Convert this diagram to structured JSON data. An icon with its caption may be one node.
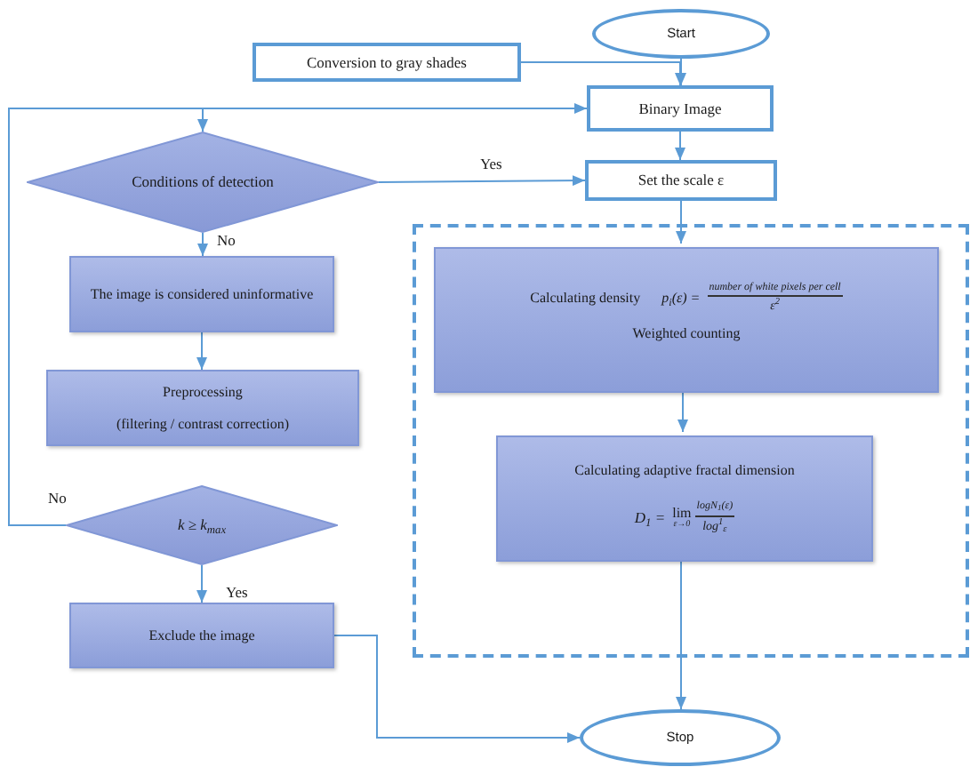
{
  "diagram": {
    "nodes": [
      {
        "text": [
          "Start"
        ]
      },
      {
        "text": [
          "Conversion to gray shades"
        ]
      },
      {
        "text": [
          "Binary Image"
        ]
      },
      {
        "text": [
          "Conditions of detection"
        ]
      },
      {
        "text": [
          "Set the scale ε"
        ]
      },
      {
        "text": [],
        "shape": "box"
      },
      {
        "text": [
          "Calculating density",
          "p$_{i}$(ε) =",
          "number of white pixels per cell",
          "ε$^{2}$",
          "Weighted counting"
        ],
        "in": 5
      },
      {
        "text": [
          "Calculating adaptive fractal dimension",
          "D$_{1}$ =",
          "lim",
          "ε→0",
          "logN$_{1}$(ε)",
          "log$^{1}$$_{ε}$"
        ],
        "in": 5
      },
      {
        "text": [
          "The image is considered uninformative"
        ]
      },
      {
        "text": [
          "Preprocessing",
          "(filtering / contrast correction)"
        ]
      },
      {
        "text": [
          "k ≥ k$_{max}$"
        ]
      },
      {
        "text": [
          "Exclude the image"
        ]
      },
      {
        "text": [
          "Stop"
        ]
      }
    ],
    "edges": [
      {
        "from": 0,
        "to": 2,
        "arrow": "to"
      },
      {
        "from": 1,
        "to": 2,
        "arrow": "to"
      },
      {
        "from": 10,
        "to": 2,
        "arrow": "to",
        "label": "No"
      },
      {
        "from": 10,
        "to": 3,
        "arrow": "to"
      },
      {
        "from": 2,
        "to": 4,
        "arrow": "to"
      },
      {
        "from": 3,
        "to": 4,
        "arrow": "to",
        "label": "Yes"
      },
      {
        "from": 3,
        "to": 8,
        "arrow": "to",
        "label": "No"
      },
      {
        "from": 4,
        "to": 6,
        "arrow": "to"
      },
      {
        "from": 6,
        "to": 7,
        "arrow": "to"
      },
      {
        "from": 7,
        "to": 12,
        "arrow": "to"
      },
      {
        "from": 8,
        "to": 9,
        "arrow": "to"
      },
      {
        "from": 10,
        "to": 11,
        "arrow": "to",
        "label": "Yes"
      },
      {
        "from": 11,
        "to": 12,
        "arrow": "to"
      }
    ]
  }
}
